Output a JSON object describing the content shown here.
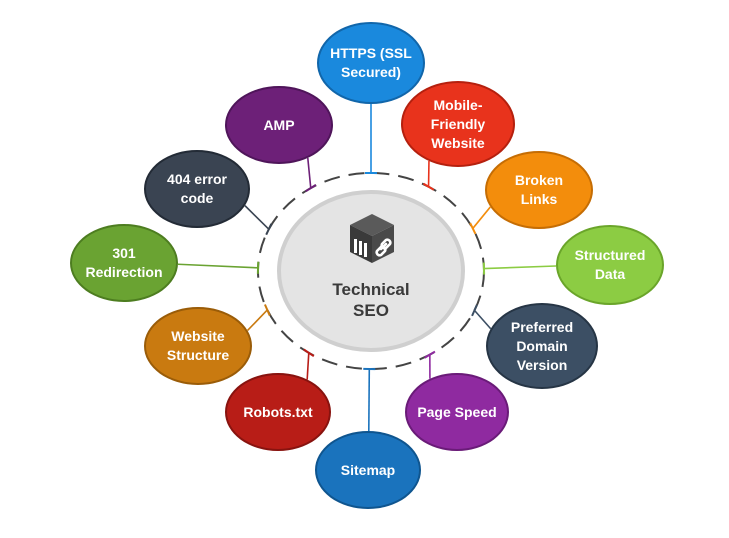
{
  "center": {
    "lines": [
      "Technical",
      "SEO"
    ],
    "icon": "server-link-icon",
    "fill": "#e4e4e4",
    "ring_color": "#cfcfcf",
    "text_color": "#3a3a3a"
  },
  "nodes": [
    {
      "id": "https",
      "lines": [
        "HTTPS (SSL",
        "Secured)"
      ],
      "color": "#1a89dd",
      "border": "#1166aa"
    },
    {
      "id": "mobile-friendly",
      "lines": [
        "Mobile-",
        "Friendly",
        "Website"
      ],
      "color": "#e8331c",
      "border": "#b5200e"
    },
    {
      "id": "broken-links",
      "lines": [
        "Broken Links"
      ],
      "color": "#f38d0c",
      "border": "#c56d04"
    },
    {
      "id": "structured-data",
      "lines": [
        "Structured",
        "Data"
      ],
      "color": "#8ccc43",
      "border": "#6aa52a"
    },
    {
      "id": "preferred-domain",
      "lines": [
        "Preferred",
        "Domain",
        "Version"
      ],
      "color": "#3c4f64",
      "border": "#263545"
    },
    {
      "id": "page-speed",
      "lines": [
        "Page Speed"
      ],
      "color": "#8f2aa0",
      "border": "#6a1b78"
    },
    {
      "id": "sitemap",
      "lines": [
        "Sitemap"
      ],
      "color": "#1a73bd",
      "border": "#0f558f"
    },
    {
      "id": "robots",
      "lines": [
        "Robots.txt"
      ],
      "color": "#b81d17",
      "border": "#88130f"
    },
    {
      "id": "website-structure",
      "lines": [
        "Website",
        "Structure"
      ],
      "color": "#c97a10",
      "border": "#9a5c08"
    },
    {
      "id": "redirection-301",
      "lines": [
        "301",
        "Redirection"
      ],
      "color": "#6aa332",
      "border": "#4d7d20"
    },
    {
      "id": "error-404",
      "lines": [
        "404 error",
        "code"
      ],
      "color": "#3a4452",
      "border": "#232b36"
    },
    {
      "id": "amp",
      "lines": [
        "AMP"
      ],
      "color": "#6d2078",
      "border": "#4f155a"
    }
  ]
}
